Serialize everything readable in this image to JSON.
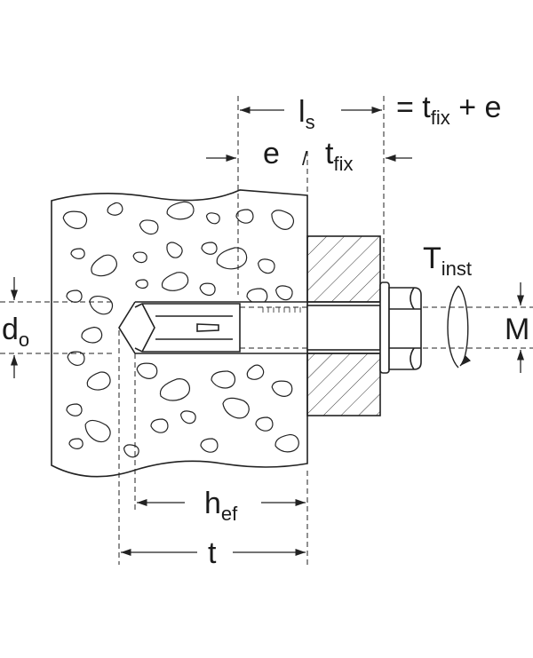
{
  "labels": {
    "ls": {
      "main": "l",
      "sub": "s"
    },
    "ls_formula": {
      "prefix": "= t",
      "sub": "fix",
      "suffix": " + e"
    },
    "e": "e",
    "slash": "/",
    "tfix": {
      "main": "t",
      "sub": "fix"
    },
    "tinst": {
      "main": "T",
      "sub": "inst"
    },
    "do": {
      "main": "d",
      "sub": "o"
    },
    "M": "M",
    "hef": {
      "main": "h",
      "sub": "ef"
    },
    "t": "t"
  },
  "colors": {
    "line": "#222222",
    "concrete": "#ffffff",
    "background": "#ffffff"
  }
}
